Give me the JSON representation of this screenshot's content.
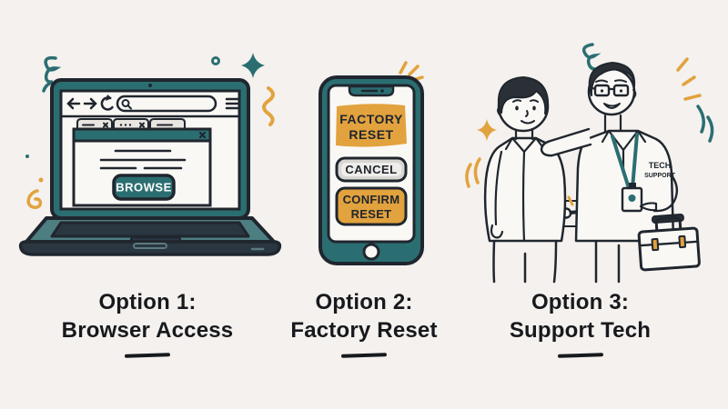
{
  "background": "#f4f1ee",
  "palette": {
    "teal": "#2b6e72",
    "laptop_base_teal": "#4d7e82",
    "dark_slate": "#2a3640",
    "outline_ink": "#20262e",
    "accent_yellow": "#e2a23d",
    "button_gray": "#d8d6d3",
    "paper_white": "#faf8f5",
    "caption_text": "#17191d"
  },
  "options": [
    {
      "title": "Option 1:",
      "subtitle": "Browser Access"
    },
    {
      "title": "Option 2:",
      "subtitle": "Factory Reset"
    },
    {
      "title": "Option 3:",
      "subtitle": "Support Tech"
    }
  ],
  "laptop_screen": {
    "browse_button": "BROWSE"
  },
  "phone_screen": {
    "header_line1": "FACTORY",
    "header_line2": "RESET",
    "cancel_button": "CANCEL",
    "confirm_line1": "CONFIRM",
    "confirm_line2": "RESET"
  },
  "technician": {
    "shirt_line1": "TECH",
    "shirt_line2": "SUPPORT"
  },
  "icons": {
    "browser": [
      "back-arrow",
      "forward-arrow",
      "reload",
      "search-magnifier",
      "menu-hamburger",
      "close-x"
    ],
    "decorations": [
      "teal-coil-squiggle",
      "teal-ring-dot",
      "teal-four-point-star",
      "yellow-squiggle",
      "yellow-curl",
      "yellow-sparks",
      "yellow-four-point-star",
      "teal-motion-arcs",
      "wrench"
    ]
  }
}
